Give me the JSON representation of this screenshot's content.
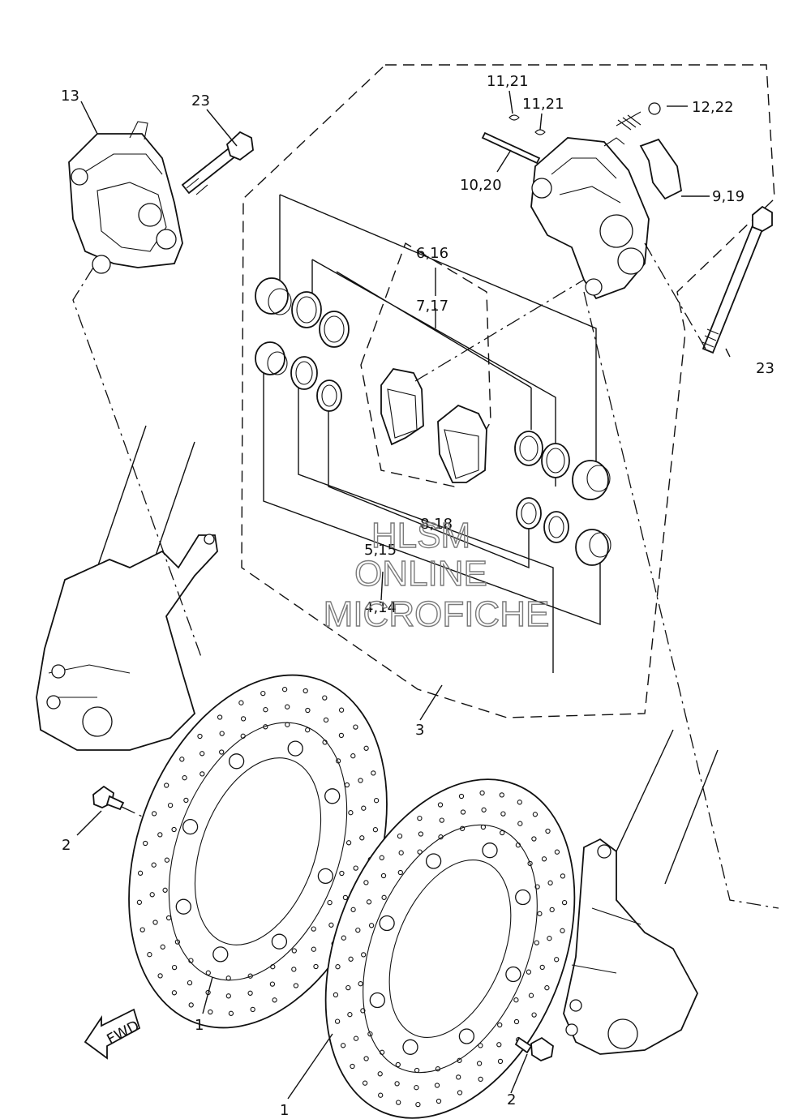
{
  "labels": {
    "p13": "13",
    "p23a": "23",
    "p23b": "23",
    "p11a": "11,21",
    "p11b": "11,21",
    "p12": "12,22",
    "p10": "10,20",
    "p9": "9,19",
    "p6": "6,16",
    "p7": "7,17",
    "p8": "8,18",
    "p5": "5,15",
    "p4": "4,14",
    "p3": "3",
    "p2a": "2",
    "p2b": "2",
    "p1a": "1",
    "p1b": "1",
    "fwd": "FWD"
  },
  "watermark": {
    "line1": "HLSM",
    "line2": "ONLINE",
    "line3": "MICROFICHE"
  }
}
